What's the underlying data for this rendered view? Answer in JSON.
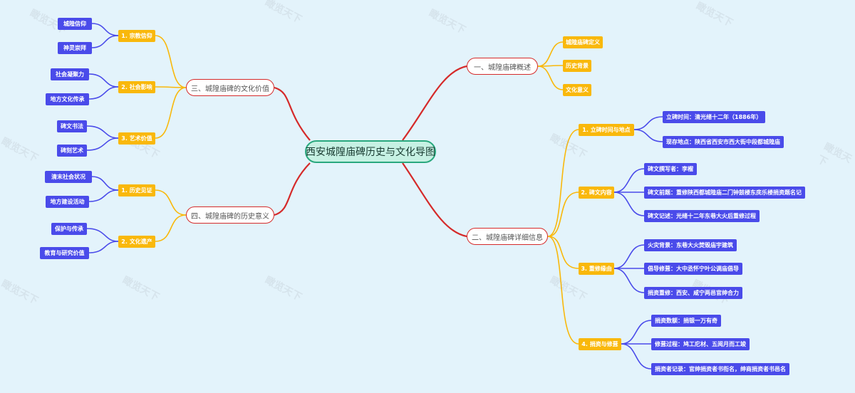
{
  "root": "西安城隍庙碑历史与文化导图",
  "watermark": "瞰览天下",
  "colors": {
    "background": "#e3f3fb",
    "root_fill": "#c6f1e3",
    "root_border": "#2aa87e",
    "main_line": "#d52a2a",
    "level2": "#f9b80b",
    "level3": "#4a4bea"
  },
  "branches": {
    "overview": {
      "label": "一、城隍庙碑概述",
      "items": [
        "城隍庙碑定义",
        "历史背景",
        "文化意义"
      ]
    },
    "detail": {
      "label": "二、城隍庙碑详细信息",
      "groups": [
        {
          "label": "1. 立碑时间与地点",
          "items": [
            "立碑时间：清光绪十二年（1886年）",
            "现存地点：陕西省西安市西大街中段都城隍庙"
          ]
        },
        {
          "label": "2. 碑文内容",
          "items": [
            "碑文撰写者：李榴",
            "碑文前题：重修陕西都城隍庙二门钟鼓楼东庑乐楼捐资题名记",
            "碑文记述：光绪十二年东巷大火后重修过程"
          ]
        },
        {
          "label": "3. 重修缘由",
          "items": [
            "火灾背景：东巷大火焚毁庙宇建筑",
            "倡导修葺：大中丞怀宁叶公调庙倡导",
            "捐资重修：西安、咸宁两邑官绅合力"
          ]
        },
        {
          "label": "4. 捐资与修葺",
          "items": [
            "捐资数额：捐银一万有奇",
            "修葺过程：鸠工庀材、五阅月而工竣",
            "捐资者记录：官绅捐资者书衔名，绅商捐资者书邑名"
          ]
        }
      ]
    },
    "culture": {
      "label": "三、城隍庙碑的文化价值",
      "groups": [
        {
          "label": "1. 宗教信仰",
          "items": [
            "城隍信仰",
            "神灵崇拜"
          ]
        },
        {
          "label": "2. 社会影响",
          "items": [
            "社会凝聚力",
            "地方文化传承"
          ]
        },
        {
          "label": "3. 艺术价值",
          "items": [
            "碑文书法",
            "碑刻艺术"
          ]
        }
      ]
    },
    "history": {
      "label": "四、城隍庙碑的历史意义",
      "groups": [
        {
          "label": "1. 历史见证",
          "items": [
            "清末社会状况",
            "地方建设活动"
          ]
        },
        {
          "label": "2. 文化遗产",
          "items": [
            "保护与传承",
            "教育与研究价值"
          ]
        }
      ]
    }
  }
}
